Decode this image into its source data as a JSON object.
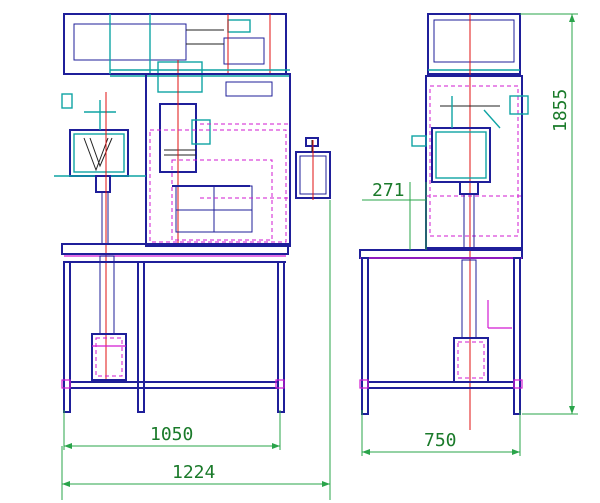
{
  "dimensions": {
    "front_inner_width": "1050",
    "front_overall_width": "1224",
    "side_depth": "750",
    "overall_height": "1855",
    "side_offset": "271"
  },
  "colors": {
    "frame": "#1f1f9a",
    "equipment": "#0fa4a4",
    "hidden_lines": "#d21ad2",
    "center_lines": "#e01010",
    "dimension_text": "#1a7a2a"
  }
}
